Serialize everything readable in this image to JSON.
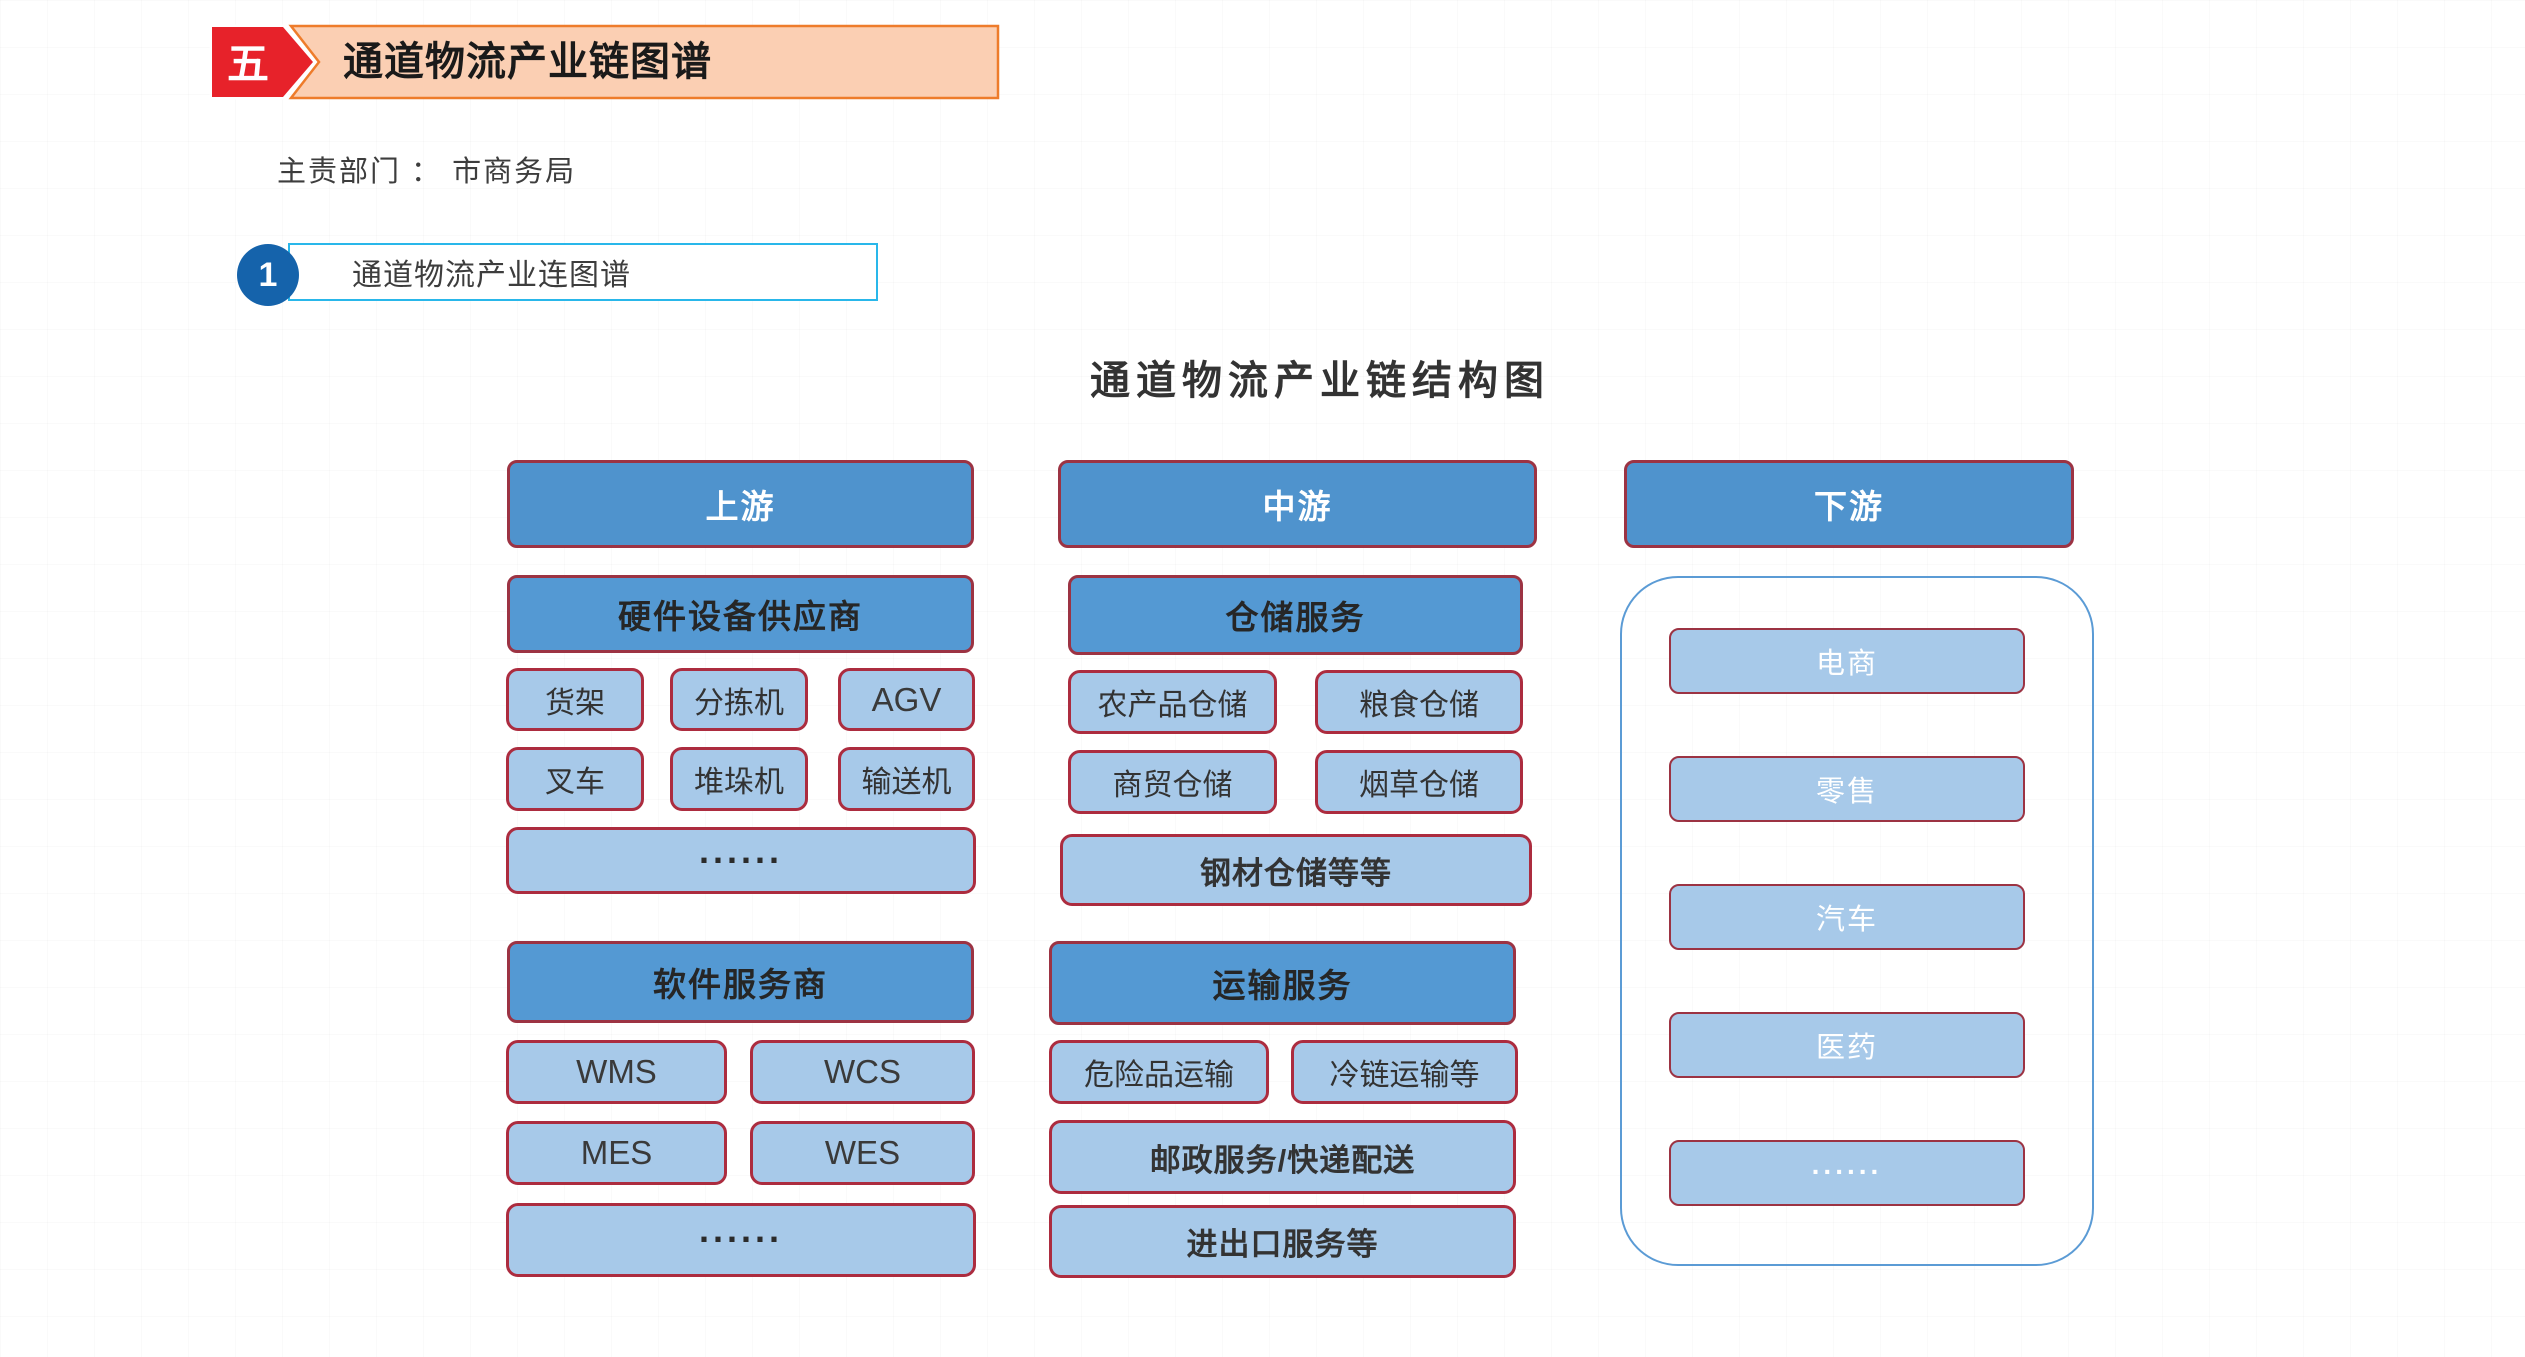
{
  "header": {
    "badge": "五",
    "title": "通道物流产业链图谱"
  },
  "meta": {
    "department_line": "主责部门 ： 市商务局"
  },
  "section_item": {
    "number": "1",
    "label": "通道物流产业连图谱"
  },
  "diagram": {
    "title": "通道物流产业链结构图",
    "col_headers": [
      "上游",
      "中游",
      "下游"
    ],
    "upstream": {
      "hardware": {
        "header": "硬件设备供应商",
        "items": [
          "货架",
          "分拣机",
          "AGV",
          "叉车",
          "堆垛机",
          "输送机"
        ],
        "more": "......"
      },
      "software": {
        "header": "软件服务商",
        "items": [
          "WMS",
          "WCS",
          "MES",
          "WES"
        ],
        "more": "......"
      }
    },
    "midstream": {
      "warehousing": {
        "header": "仓储服务",
        "items": [
          "农产品仓储",
          "粮食仓储",
          "商贸仓储",
          "烟草仓储"
        ],
        "wide": "钢材仓储等等"
      },
      "transport": {
        "header": "运输服务",
        "items": [
          "危险品运输",
          "冷链运输等"
        ],
        "wide1": "邮政服务/快递配送",
        "wide2": "进出口服务等"
      }
    },
    "downstream": {
      "items": [
        "电商",
        "零售",
        "汽车",
        "医药",
        "......"
      ]
    }
  },
  "colors": {
    "badge_red": "#e7222a",
    "banner_bg": "#fbcfb3",
    "banner_border": "#ee7c2b",
    "item_circle_blue": "#1563ab",
    "item_cyan_border": "#29b7ea",
    "top_header_blue": "#4f93cd",
    "section_header_blue": "#5499d3",
    "item_box_blue": "#a7c9e9",
    "maroon_border": "#9c3343",
    "crimson_border": "#ac2c3f",
    "downstream_container_border": "#5b9bd5"
  }
}
